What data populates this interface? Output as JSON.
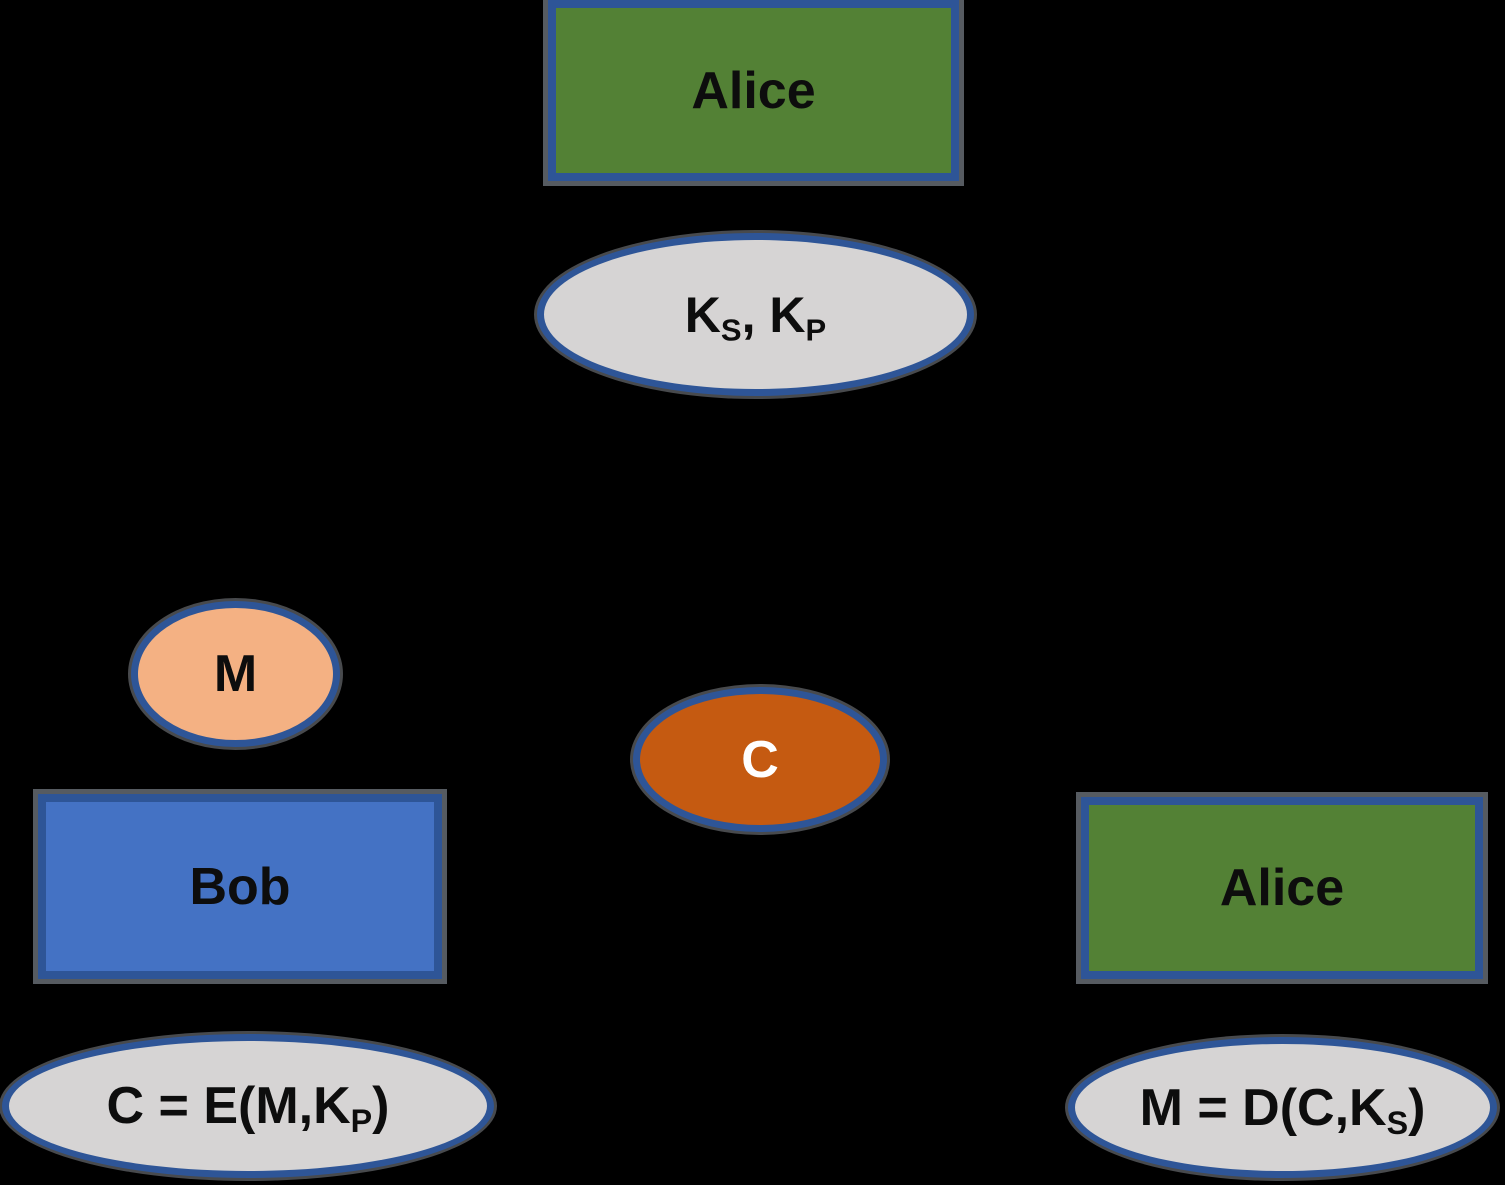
{
  "diagram": {
    "background": "#000000",
    "colors": {
      "shape_border_blue": "#2E5597",
      "outer_outline_gray": "#565B61",
      "green_fill": "#538135",
      "blue_fill": "#4472C4",
      "gray_fill": "#D6D4D4",
      "peach_fill": "#F4B183",
      "orange_fill": "#C55A11",
      "text_dark": "#0D0D0D",
      "text_light": "#FFFFFF"
    },
    "nodes": {
      "alice_top": {
        "shape": "rectangle",
        "fill": "#538135",
        "label": "Alice"
      },
      "keys": {
        "shape": "ellipse",
        "fill": "#D6D4D4",
        "t1": "K",
        "s1": "S",
        "t2": ", K",
        "s2": "P"
      },
      "message": {
        "shape": "ellipse",
        "fill": "#F4B183",
        "label": "M"
      },
      "bob": {
        "shape": "rectangle",
        "fill": "#4472C4",
        "label": "Bob"
      },
      "ciphertext": {
        "shape": "ellipse",
        "fill": "#C55A11",
        "label": "C"
      },
      "alice_right": {
        "shape": "rectangle",
        "fill": "#538135",
        "label": "Alice"
      },
      "encrypt": {
        "shape": "ellipse",
        "fill": "#D6D4D4",
        "t1": "C = E(M,K",
        "s1": "P",
        "t2": ")"
      },
      "decrypt": {
        "shape": "ellipse",
        "fill": "#D6D4D4",
        "t1": "M = D(C,K",
        "s1": "S",
        "t2": ")"
      }
    }
  }
}
